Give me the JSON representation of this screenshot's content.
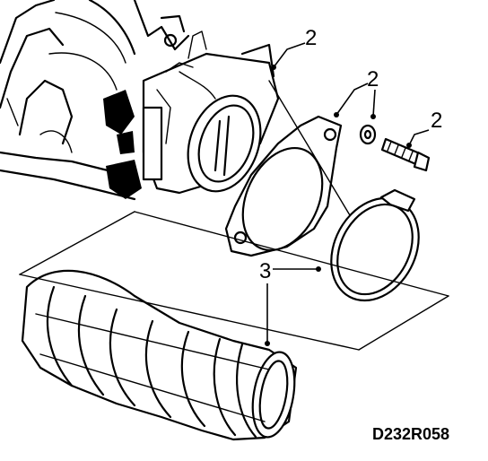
{
  "callouts": {
    "throttle_body_label": "2",
    "gasket_label": "2",
    "washer_label": "2",
    "bolt_label": "2",
    "clamp_label": "3",
    "hose_label": "3"
  },
  "drawing_code": "D232R058",
  "colors": {
    "ink": "#000000",
    "paper": "#ffffff"
  }
}
